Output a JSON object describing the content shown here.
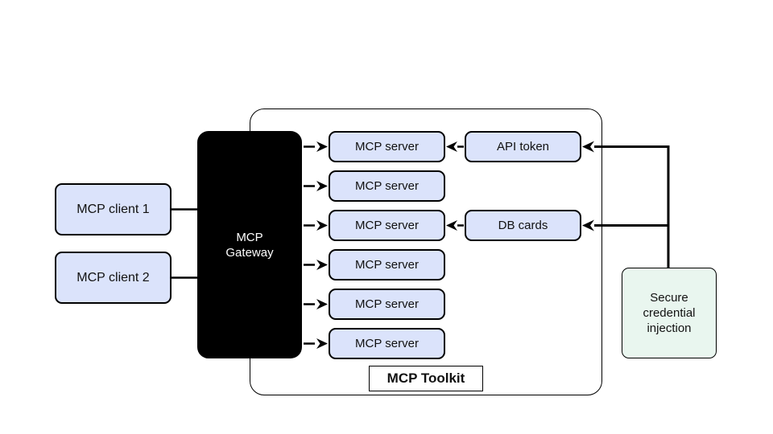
{
  "diagram": {
    "clients": [
      {
        "label": "MCP client 1"
      },
      {
        "label": "MCP client 2"
      }
    ],
    "gateway": {
      "label": "MCP\nGateway"
    },
    "servers": [
      "MCP server",
      "MCP server",
      "MCP server",
      "MCP server",
      "MCP server",
      "MCP server"
    ],
    "credential_sources": [
      {
        "label": "API token"
      },
      {
        "label": "DB cards"
      }
    ],
    "secure_box": {
      "label": "Secure\ncredential\ninjection"
    },
    "toolkit_label": "MCP Toolkit",
    "colors": {
      "box_blue_fill": "#dbe3fb",
      "box_green_fill": "#e9f6ef",
      "gateway_fill": "#000000",
      "gateway_text": "#ffffff",
      "border": "#000000",
      "connector": "#000000"
    }
  }
}
